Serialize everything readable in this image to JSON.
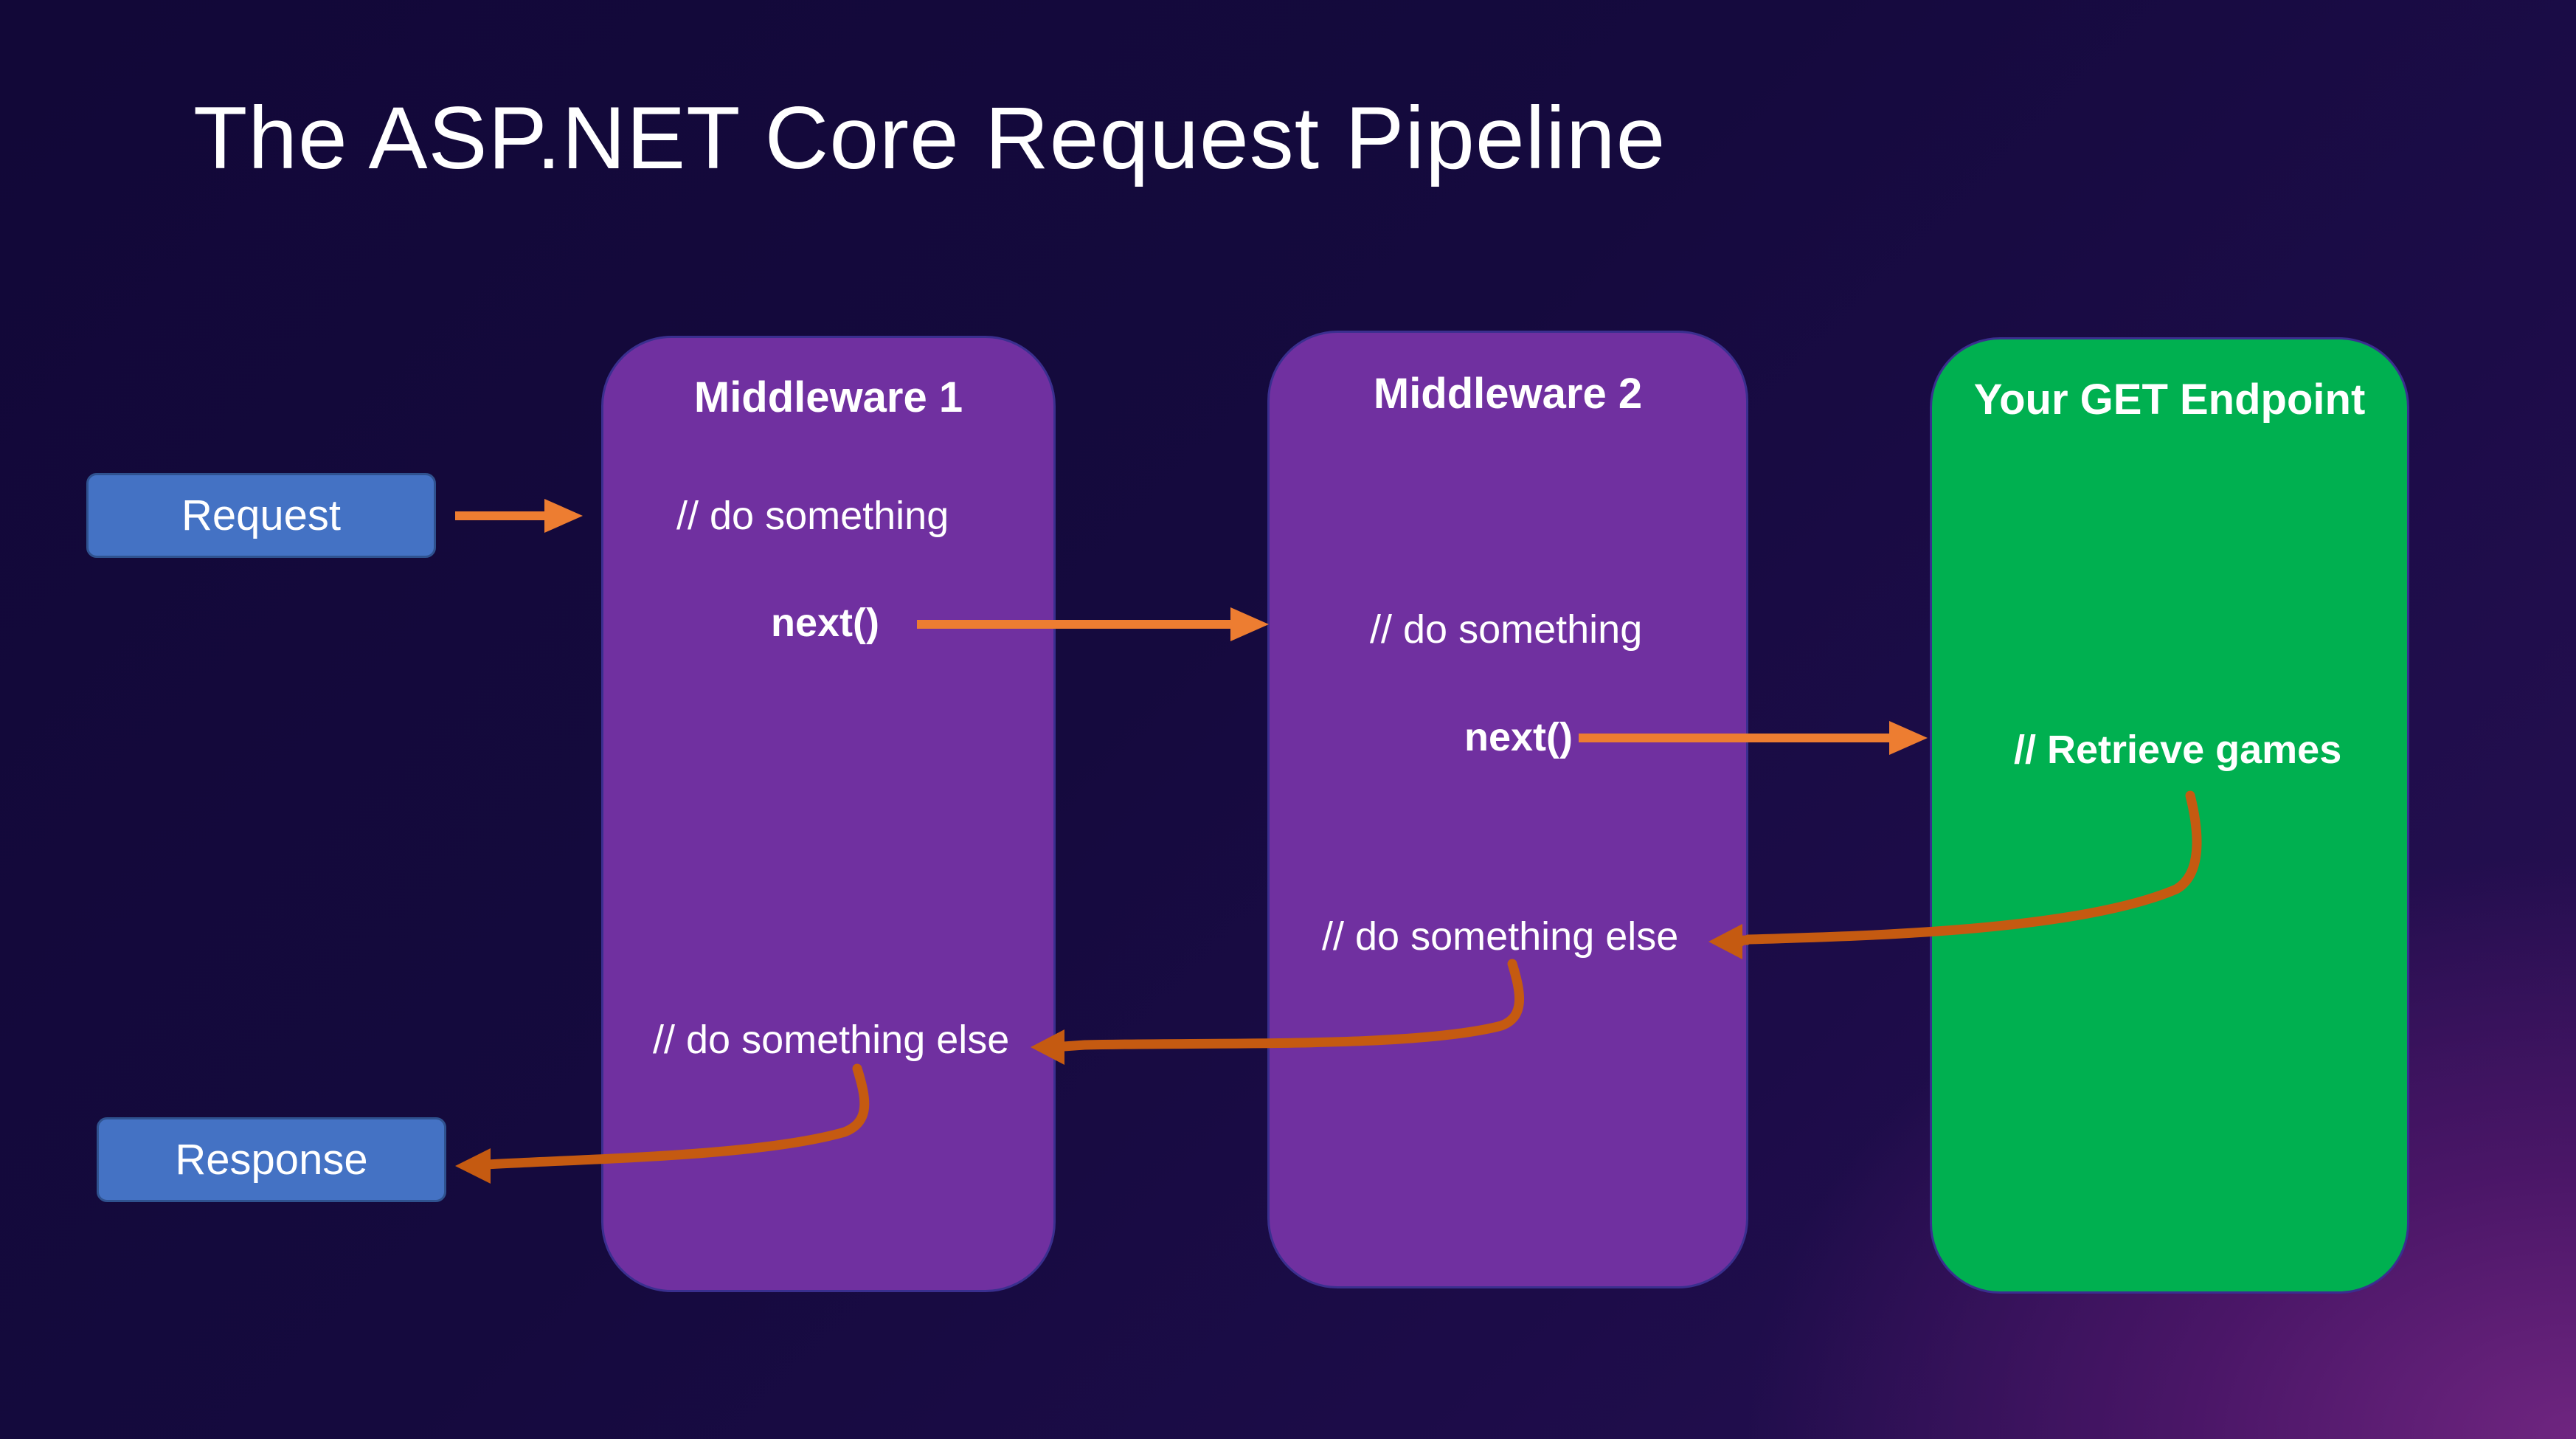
{
  "title": "The ASP.NET Core Request Pipeline",
  "request": {
    "label": "Request"
  },
  "response": {
    "label": "Response"
  },
  "middleware1": {
    "title": "Middleware 1",
    "step1": "// do something",
    "next": "next()",
    "step2": "// do something else"
  },
  "middleware2": {
    "title": "Middleware 2",
    "step1": "// do something",
    "next": "next()",
    "step2": "// do something else"
  },
  "endpoint": {
    "title": "Your GET Endpoint",
    "step": "// Retrieve games"
  },
  "colors": {
    "middleware": "#7030a0",
    "endpoint": "#00b050",
    "pill": "#4472c4",
    "forward_arrow": "#ed7d31",
    "return_arrow": "#c55a11"
  }
}
